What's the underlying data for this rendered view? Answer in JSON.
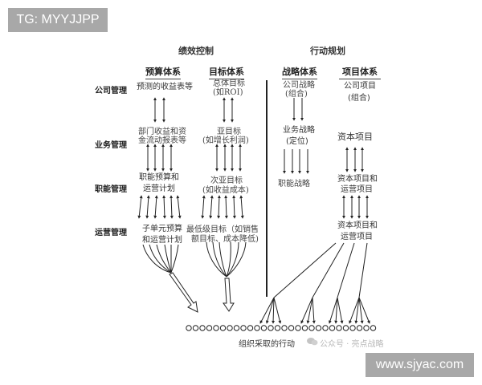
{
  "watermarks": {
    "top_left": "TG: MYYJJPP",
    "bottom_right": "www.sjyac.com",
    "wechat": "公众号 · 亮点战略"
  },
  "sections": {
    "left": "绩效控制",
    "right": "行动规划"
  },
  "columns": {
    "budget": "预算体系",
    "target": "目标体系",
    "strategy": "战略体系",
    "project": "项目体系"
  },
  "rows": [
    "公司管理",
    "业务管理",
    "职能管理",
    "运营管理"
  ],
  "budget_nodes": [
    "预测的收益表等",
    "部门收益和资",
    "金流动报表等",
    "职能预算和",
    "运营计划",
    "子单元预算",
    "和运营计划"
  ],
  "target_nodes": [
    "总体目标",
    "(如ROI)",
    "亚目标",
    "(如增长利润)",
    "次亚目标",
    "(如收益成本)",
    "最低级目标（如销售",
    "额目标、成本降低)"
  ],
  "strategy_nodes": [
    "公司战略",
    "(组合)",
    "业务战略",
    "(定位)",
    "职能战略"
  ],
  "project_nodes": [
    "公司项目",
    "(组合)",
    "资本项目",
    "资本项目和",
    "运营项目",
    "资本项目和",
    "运营项目"
  ],
  "bottom": {
    "caption": "组织采取的行动",
    "circle_count": 28
  },
  "colors": {
    "line": "#222222",
    "watermark_bg": "#a8a8a8"
  }
}
